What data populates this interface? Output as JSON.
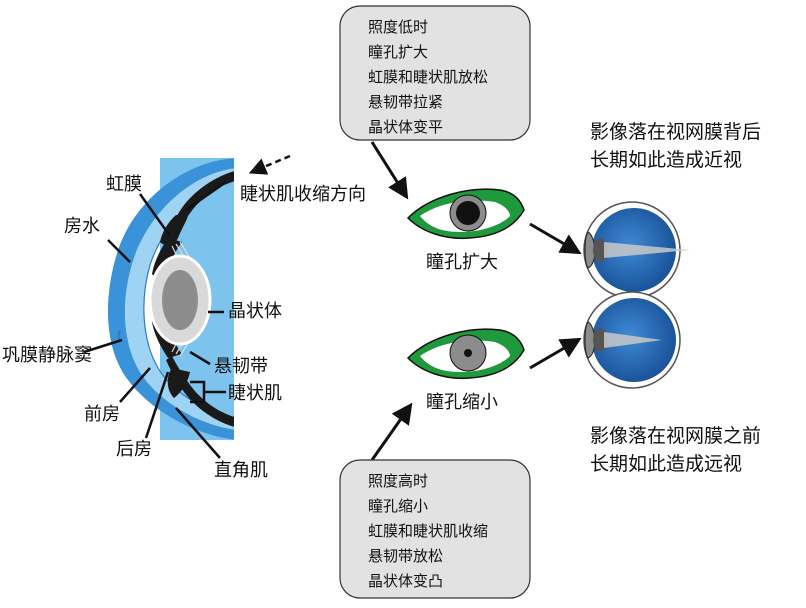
{
  "anatomy": {
    "iris": "虹膜",
    "aqueous_humor": "房水",
    "ciliary_contraction_direction": "睫状肌收缩方向",
    "lens": "晶状体",
    "scleral_venous_sinus": "巩膜静脉窦",
    "zonule": "悬韧带",
    "ciliary_muscle": "睫状肌",
    "anterior_chamber": "前房",
    "posterior_chamber": "后房",
    "rectus_muscle": "直角肌"
  },
  "low_light_box": {
    "lines": [
      "照度低时",
      "瞳孔扩大",
      "虹膜和睫状肌放松",
      "悬韧带拉紧",
      "晶状体变平"
    ]
  },
  "high_light_box": {
    "lines": [
      "照度高时",
      "瞳孔缩小",
      "虹膜和睫状肌收缩",
      "悬韧带放松",
      "晶状体变凸"
    ]
  },
  "pupil_dilated_label": "瞳孔扩大",
  "pupil_constricted_label": "瞳孔缩小",
  "myopia_note": {
    "line1": "影像落在视网膜背后",
    "line2": "长期如此造成近视"
  },
  "hyperopia_note": {
    "line1": "影像落在视网膜之前",
    "line2": "长期如此造成远视"
  },
  "colors": {
    "light_blue": "#7cc4ee",
    "mid_blue": "#3a92d8",
    "dark": "#1a1a1a",
    "lens_gray": "#8c8c8c",
    "box_fill": "#e2e2e2",
    "eye_green": "#1e9a3c",
    "globe_blue": "#1f66b3"
  }
}
